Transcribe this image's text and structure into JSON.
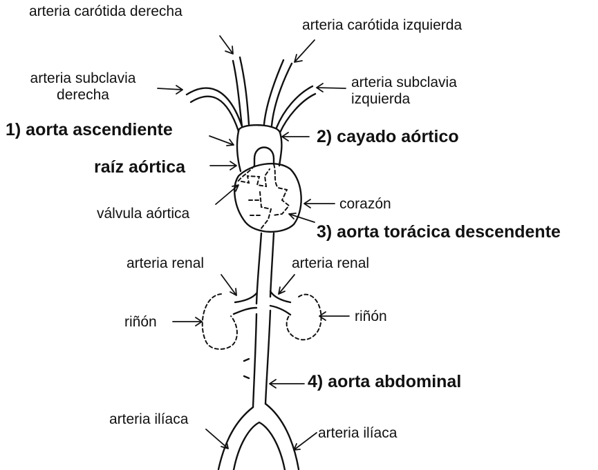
{
  "labels": {
    "carotid_right": "arteria carótida derecha",
    "carotid_left": "arteria carótida izquierda",
    "subclavian_right_line1": "arteria subclavia",
    "subclavian_right_line2": "derecha",
    "subclavian_left_line1": "arteria subclavia",
    "subclavian_left_line2": "izquierda",
    "ascending_aorta": "1) aorta ascendiente",
    "aortic_arch": "2) cayado aórtico",
    "aortic_root": "raíz aórtica",
    "aortic_valve": "válvula aórtica",
    "heart": "corazón",
    "thoracic_aorta": "3) aorta torácica descendente",
    "renal_artery_left_side": "arteria renal",
    "renal_artery_right_side": "arteria renal",
    "kidney_left_side": "riñón",
    "kidney_right_side": "riñón",
    "abdominal_aorta": "4) aorta abdominal",
    "iliac_left_side": "arteria ilíaca",
    "iliac_right_side": "arteria ilíaca"
  }
}
